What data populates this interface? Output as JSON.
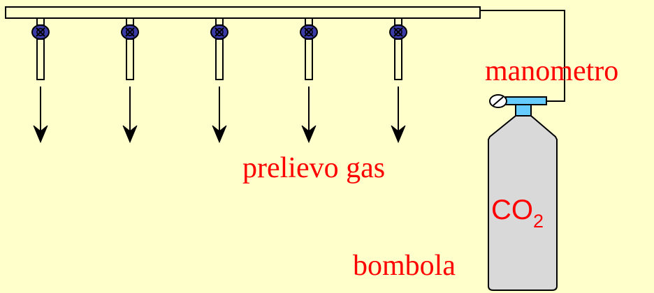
{
  "labels": {
    "manometer": "manometro",
    "gas_sampling": "prelievo gas",
    "cylinder": "bombola",
    "gas_formula_main": "CO",
    "gas_formula_sub": "2"
  },
  "outlets": [
    {
      "valve": "valve-icon"
    },
    {
      "valve": "valve-icon"
    },
    {
      "valve": "valve-icon"
    },
    {
      "valve": "valve-icon"
    },
    {
      "valve": "valve-icon"
    }
  ],
  "colors": {
    "background": "#ffffcc",
    "pipe_fill": "#ffffcc",
    "stroke": "#000000",
    "valve_fill": "#3a3aa8",
    "text_red": "#ff0000",
    "cylinder_fill": "#d9d9d9",
    "cylinder_head": "#66ccff"
  }
}
